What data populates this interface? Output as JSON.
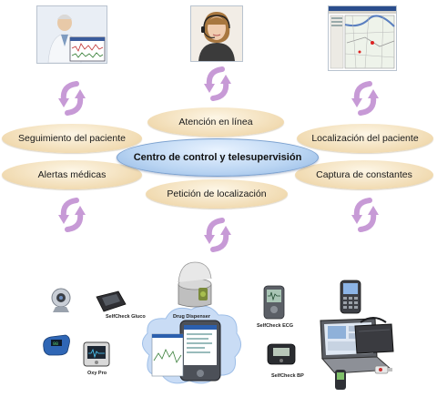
{
  "center": {
    "label": "Centro de control y telesupervisión"
  },
  "nodes": {
    "atencion": "Atención en línea",
    "seguimiento": "Seguimiento del paciente",
    "localizacion": "Localización del paciente",
    "alertas": "Alertas médicas",
    "captura": "Captura de constantes",
    "peticion": "Petición de localización"
  },
  "devices": {
    "gluco": "SelfCheck Gluco",
    "drug": "Drug Dispenser",
    "ecg": "SelfCheck ECG",
    "oxy": "Oxy Pro",
    "bp": "SelfCheck BP"
  },
  "colors": {
    "pill": "#f1dbb2",
    "center": "#b9d4f2",
    "arrow": "#c79ad6",
    "cloud": "#c9dcf5"
  }
}
